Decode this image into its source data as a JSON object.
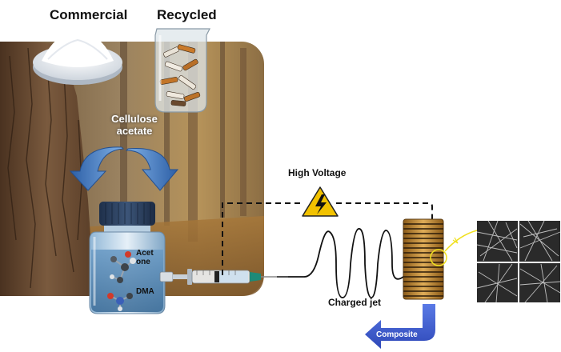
{
  "labels": {
    "commercial": "Commercial",
    "recycled": "Recycled",
    "cellulose_acetate": "Cellulose acetate",
    "high_voltage": "High Voltage",
    "acetone": "Acet one",
    "dma": "DMA",
    "charged_jet": "Charged jet",
    "composite": "Composite"
  },
  "colors": {
    "background_panel": "#8a7256",
    "tree_bark": "#6b4a2f",
    "arrow_blue": "#3a6fb5",
    "composite_arrow": "#3f5fd0",
    "voltage_sign": "#f2c200",
    "collector": "#c08a30",
    "jet_line": "#111111",
    "callout": "#f0e020"
  },
  "icons": [
    "high-voltage-warning-icon",
    "cigarette-butts-beaker",
    "powder-dish",
    "solution-bottle",
    "syringe",
    "collector-drum",
    "sem-micrograph"
  ]
}
